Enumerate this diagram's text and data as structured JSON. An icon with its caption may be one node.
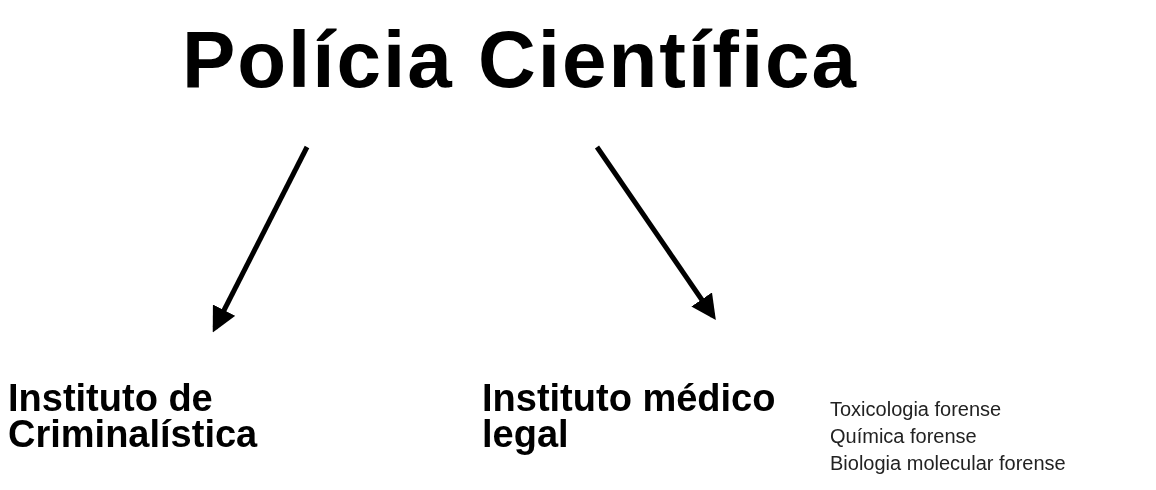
{
  "diagram": {
    "nodes": [
      {
        "text": [
          "Polícia Científica"
        ]
      },
      {
        "text": [
          "Instituto de Criminalística"
        ]
      },
      {
        "text": [
          "Instituto médico legal"
        ],
        "beside": [
          "Toxicologia forense",
          "Química forense",
          "Biologia molecular forense"
        ]
      }
    ],
    "edges": [
      {
        "from": 0,
        "to": 1,
        "arrow": "to"
      },
      {
        "from": 0,
        "to": 2,
        "arrow": "to"
      }
    ]
  }
}
